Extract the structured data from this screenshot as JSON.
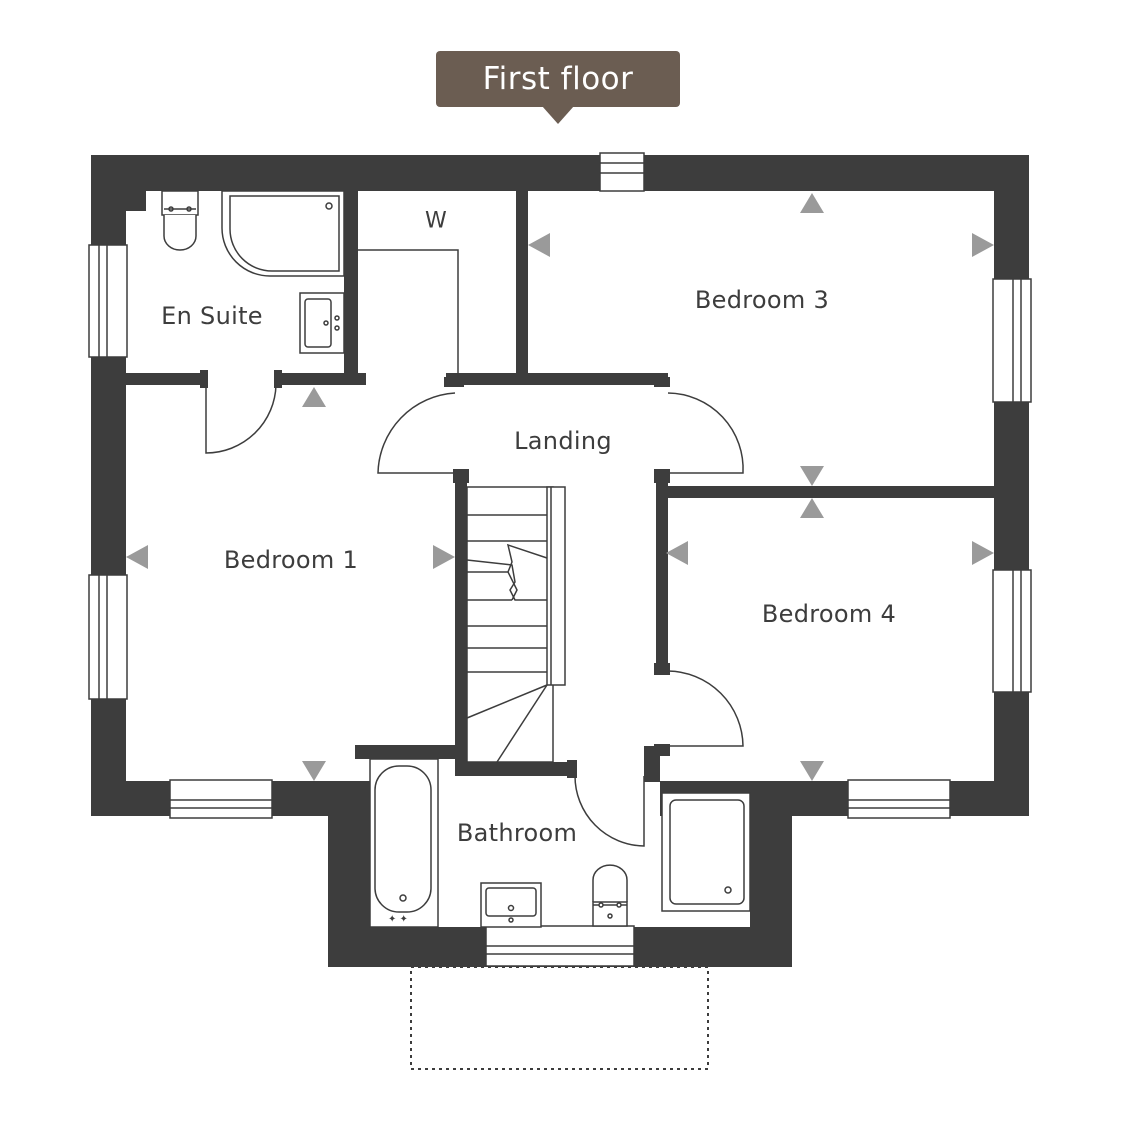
{
  "floor": {
    "title": "First floor"
  },
  "rooms": {
    "en_suite": "En Suite",
    "wardrobe": "W",
    "bedroom_3": "Bedroom 3",
    "landing": "Landing",
    "bedroom_1": "Bedroom 1",
    "bedroom_4": "Bedroom 4",
    "bathroom": "Bathroom"
  },
  "colors": {
    "wall": "#3d3d3d",
    "line": "#3d3d3d",
    "arrow": "#9a9a9a",
    "badge": "#6b5d52",
    "badge_text": "#ffffff"
  }
}
